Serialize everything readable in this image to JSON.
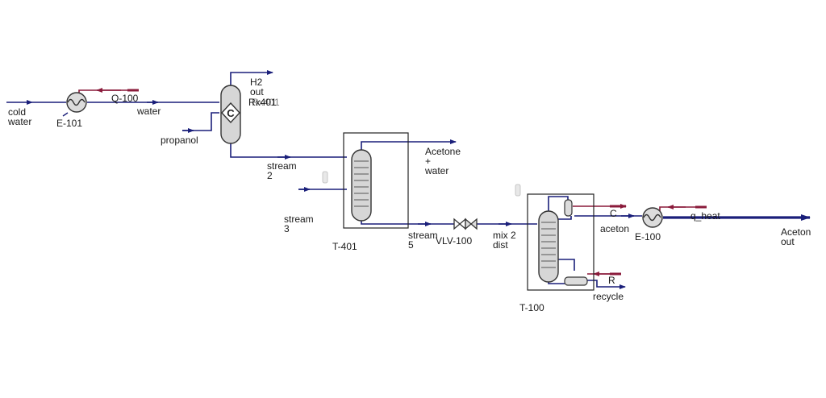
{
  "colors": {
    "material_stream": "#1a1f7a",
    "energy_stream": "#8a1a3a",
    "equipment_stroke": "#333333",
    "equipment_fill": "#d9d9d9"
  },
  "icons": [
    "heat-exchanger-icon",
    "reactor-icon",
    "distillation-column-icon",
    "valve-icon",
    "condenser-icon",
    "reboiler-icon",
    "stream-arrow-icon"
  ],
  "labels": {
    "cold_water": "cold\nwater",
    "e101": "E-101",
    "q100": "Q-100",
    "water": "water",
    "propanol": "propanol",
    "h2_out": "H2\nout",
    "reactor": "Rx401",
    "reactor_ghost": "Rx401",
    "stream2": "stream\n2",
    "acetone_water": "Acetone\n+\nwater",
    "stream3": "stream\n3",
    "t401": "T-401",
    "stream5": "stream\n5",
    "vlv100": "VLV-100",
    "mix2": "mix 2\ndist",
    "c": "C",
    "aceton": "aceton",
    "e100": "E-100",
    "q_heat": "q_heat",
    "aceton_out": "Aceton\nout",
    "r": "R",
    "recycle": "recycle",
    "t100": "T-100"
  }
}
